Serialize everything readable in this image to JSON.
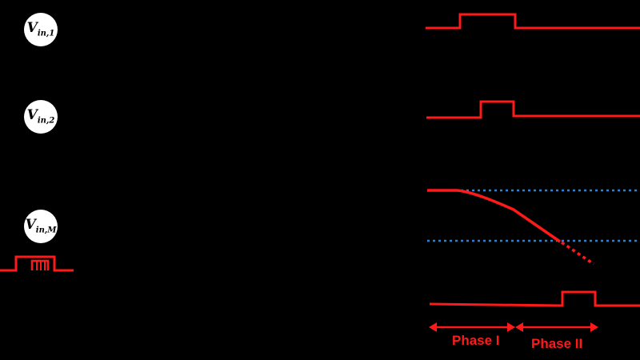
{
  "inputs": [
    {
      "base": "V",
      "sub": "in,1"
    },
    {
      "base": "V",
      "sub": "in,2"
    },
    {
      "base": "V",
      "sub": "in,M"
    }
  ],
  "phases": {
    "phase1_label": "Phase I",
    "phase2_label": "Phase II"
  },
  "colors": {
    "background": "#000000",
    "waveform": "#ff1a1a",
    "threshold": "#2f7fd6",
    "node_fill": "#ffffff"
  }
}
